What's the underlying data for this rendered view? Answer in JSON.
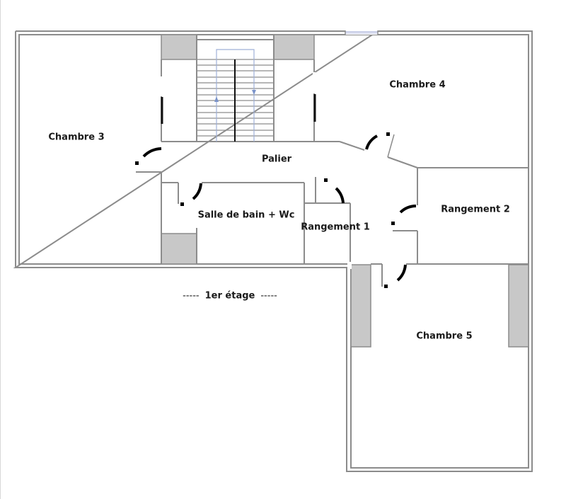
{
  "plan": {
    "floor_label": "1er étage",
    "dash_left": "-----",
    "dash_right": "-----",
    "colors": {
      "wall": "#8c8c8c",
      "wall_fill": "#c8c8c8",
      "door": "#000000",
      "stair_arrow": "#7a93c9",
      "window": "#b9bfe0",
      "background": "#ffffff"
    }
  },
  "rooms": [
    {
      "id": "chambre-3",
      "label": "Chambre 3"
    },
    {
      "id": "chambre-4",
      "label": "Chambre 4"
    },
    {
      "id": "palier",
      "label": "Palier"
    },
    {
      "id": "salle-de-bain",
      "label": "Salle de bain + Wc"
    },
    {
      "id": "rangement-1",
      "label": "Rangement 1"
    },
    {
      "id": "rangement-2",
      "label": "Rangement 2"
    },
    {
      "id": "chambre-5",
      "label": "Chambre 5"
    }
  ]
}
